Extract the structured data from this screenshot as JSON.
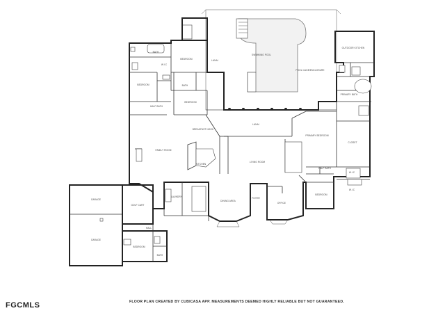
{
  "rooms": [
    {
      "key": "pool",
      "label": "SWIMMING POOL"
    },
    {
      "key": "lanai",
      "label": "LANAI"
    },
    {
      "key": "pool_cage",
      "label": "POOL CAGE/ENCLOSURE"
    },
    {
      "key": "outdoor_kitchen",
      "label": "OUTDOOR KITCHEN"
    },
    {
      "key": "bedroom_ne",
      "label": "BEDROOM"
    },
    {
      "key": "bath_n",
      "label": "BATH"
    },
    {
      "key": "bedroom_w",
      "label": "BEDROOM"
    },
    {
      "key": "bedroom_c",
      "label": "BEDROOM"
    },
    {
      "key": "half_bath",
      "label": "HALF BATH"
    },
    {
      "key": "bath_c",
      "label": "BATH"
    },
    {
      "key": "wic",
      "label": "W.I.C"
    },
    {
      "key": "breakfast",
      "label": "BREAKFAST NOOK"
    },
    {
      "key": "family",
      "label": "FAMILY ROOM"
    },
    {
      "key": "kitchen",
      "label": "KITCHEN"
    },
    {
      "key": "lanai_c",
      "label": "LANAI"
    },
    {
      "key": "living",
      "label": "LIVING ROOM"
    },
    {
      "key": "primary_bed",
      "label": "PRIMARY BEDROOM"
    },
    {
      "key": "primary_bath",
      "label": "PRIMARY BATH"
    },
    {
      "key": "closet",
      "label": "CLOSET"
    },
    {
      "key": "half_bath_e",
      "label": "HALF BATH"
    },
    {
      "key": "wic_e1",
      "label": "W.I.C"
    },
    {
      "key": "wic_e2",
      "label": "W.I.C"
    },
    {
      "key": "bedroom_se",
      "label": "BEDROOM"
    },
    {
      "key": "dining",
      "label": "DINING AREA"
    },
    {
      "key": "foyer",
      "label": "FOYER"
    },
    {
      "key": "office",
      "label": "OFFICE"
    },
    {
      "key": "laundry",
      "label": "LAUNDRY"
    },
    {
      "key": "garage1",
      "label": "GARAGE"
    },
    {
      "key": "garage2",
      "label": "GARAGE"
    },
    {
      "key": "golf_cart",
      "label": "GOLF CART"
    },
    {
      "key": "bedroom_sw",
      "label": "BEDROOM"
    },
    {
      "key": "bath_sw",
      "label": "BATH"
    },
    {
      "key": "hall",
      "label": "HALL"
    }
  ],
  "footer": "FLOOR PLAN CREATED BY CUBICASA APP. MEASUREMENTS DEEMED HIGHLY RELIABLE BUT NOT GUARANTEED.",
  "logo": "FGCMLS"
}
